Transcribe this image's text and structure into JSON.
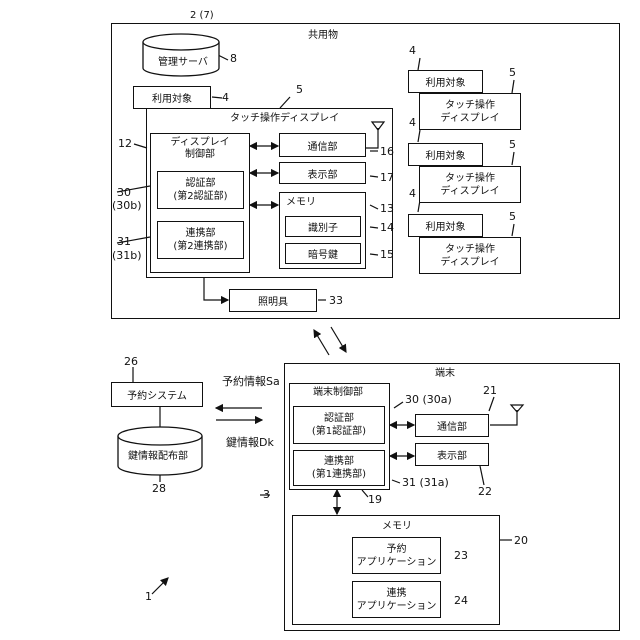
{
  "shared": {
    "ref": "2 (7)",
    "title": "共用物",
    "server_label": "管理サーバ",
    "server_ref": "8",
    "object_label": "利用対象",
    "object_ref": "4",
    "display_ref": "5",
    "display_title": "タッチ操作ディスプレイ",
    "ctrl_ref": "12",
    "ctrl_title_1": "ディスプレイ",
    "ctrl_title_2": "制御部",
    "auth_1": "認証部",
    "auth_2": "(第2認証部)",
    "auth_ref": "30",
    "auth_ref2": "(30b)",
    "link_1": "連携部",
    "link_2": "(第2連携部)",
    "link_ref": "31",
    "link_ref2": "(31b)",
    "comm_label": "通信部",
    "comm_ref": "16",
    "disp_label": "表示部",
    "disp_ref": "17",
    "mem_label": "メモリ",
    "mem_ref": "13",
    "id_label": "識別子",
    "id_ref": "14",
    "key_label": "暗号鍵",
    "key_ref": "15",
    "light_label": "照明具",
    "light_ref": "33",
    "side_units": [
      {
        "obj": "利用対象",
        "obj_ref": "4",
        "disp_1": "タッチ操作",
        "disp_2": "ディスプレイ",
        "disp_ref": "5"
      },
      {
        "obj": "利用対象",
        "obj_ref": "4",
        "disp_1": "タッチ操作",
        "disp_2": "ディスプレイ",
        "disp_ref": "5"
      },
      {
        "obj": "利用対象",
        "obj_ref": "4",
        "disp_1": "タッチ操作",
        "disp_2": "ディスプレイ",
        "disp_ref": "5"
      }
    ]
  },
  "system": {
    "ref": "26",
    "title": "予約システム",
    "keydist_label": "鍵情報配布部",
    "keydist_ref": "28",
    "reservation_info": "予約情報Sa",
    "key_info": "鍵情報Dk"
  },
  "terminal": {
    "ref": "3",
    "title": "端末",
    "ctrl_title": "端末制御部",
    "ctrl_ref": "30 (30a)",
    "auth_1": "認証部",
    "auth_2": "(第1認証部)",
    "link_1": "連携部",
    "link_2": "(第1連携部)",
    "link_ref": "31 (31a)",
    "ctrl_box_ref": "19",
    "comm_label": "通信部",
    "comm_ref": "21",
    "disp_label": "表示部",
    "disp_ref": "22",
    "mem_label": "メモリ",
    "mem_ref": "20",
    "app1_1": "予約",
    "app1_2": "アプリケーション",
    "app1_ref": "23",
    "app2_1": "連携",
    "app2_2": "アプリケーション",
    "app2_ref": "24"
  },
  "figure_ref": "1"
}
